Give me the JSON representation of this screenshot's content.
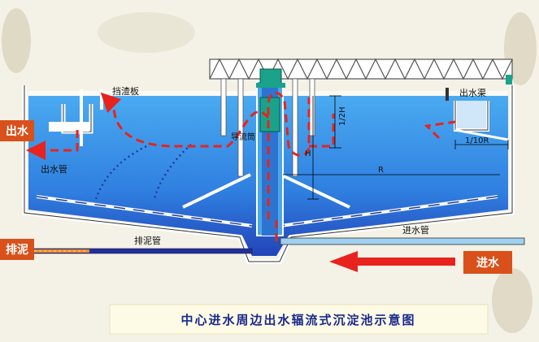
{
  "title": "中心进水周边出水辐流式沉淀池示意图",
  "labels": {
    "outlet_water": "出水",
    "outlet_pipe": "出水管",
    "scum_baffle": "挡渣板",
    "guide_tube": "导流筒",
    "outlet_channel": "出水渠",
    "sludge_discharge": "排泥",
    "sludge_pipe": "排泥管",
    "inlet_pipe": "进水管",
    "inlet_water": "进水",
    "dim_half_h": "1/2H",
    "dim_h": "H",
    "dim_r": "R",
    "dim_tenth_r": "1/10R"
  },
  "colors": {
    "water_top": "#3a9ee8",
    "water_bottom": "#2a5fc8",
    "tank_wall": "#ffffff",
    "flow_line": "#e8231e",
    "badge": "#d9501a",
    "sludge_pipe": "#2030a0",
    "inlet_pipe": "#9fd0f0",
    "title_bg": "#fdfbe6"
  }
}
